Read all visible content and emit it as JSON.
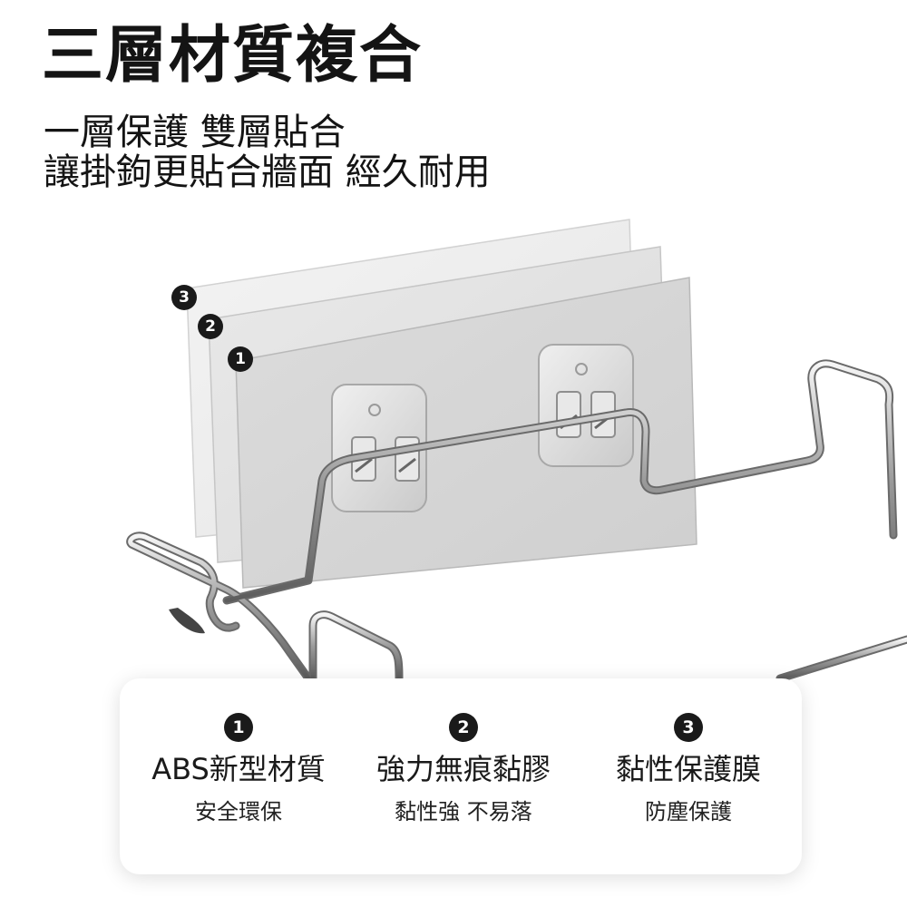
{
  "header": {
    "title": "三層材質複合",
    "subtitle_line1": "一層保護 雙層貼合",
    "subtitle_line2": "讓掛鉤更貼合牆面 經久耐用"
  },
  "diagram": {
    "layer_labels": [
      "3",
      "2",
      "1"
    ]
  },
  "features": [
    {
      "number": "1",
      "name": "ABS新型材質",
      "desc": "安全環保"
    },
    {
      "number": "2",
      "name": "強力無痕黏膠",
      "desc": "黏性強  不易落"
    },
    {
      "number": "3",
      "name": "黏性保護膜",
      "desc": "防塵保護"
    }
  ]
}
